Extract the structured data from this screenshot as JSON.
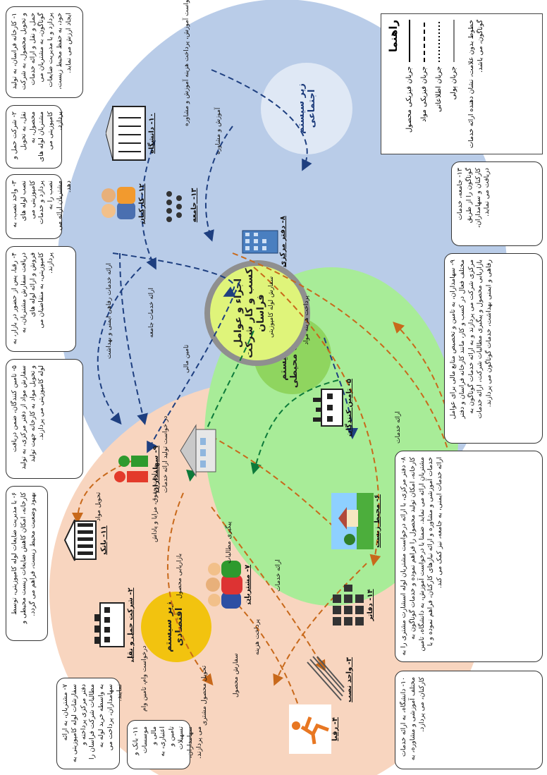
{
  "subsystems": {
    "social": "زیر سیستم اجتماعی",
    "economic": "زیر سیستم اقتصادی",
    "environmental": "زیر سیستم زیست محیطی",
    "core": "اجزاء و عوامل کسب و کار شرکت فراسان"
  },
  "nodes": {
    "university": "۱۰- دانشگاه",
    "central_office": "۸- دفتر مرکزی",
    "society": "۱۳- جامعه",
    "employees": "۱۲- کارکنان",
    "suppliers": "۵- تامین کنندگان",
    "environment": "۶- محیط زیست",
    "shareholders": "۹- سهامداران",
    "customers": "۷- مشتریان",
    "bank": "۱۱- بانک",
    "transport": "۲- شرکت حمل و نقل",
    "offices": "۱۴- دفاتر",
    "unit": "۳- واحد نصب",
    "raga": "۴- رقبا"
  },
  "flows": [
    "آموزش و مشاوره",
    "درخواست آموزش، پرداخت هزینه آموزش و مشاوره",
    "ارائه خدمات جامعه",
    "ارائه خدمات رفاهی ایمنی و بهداشت",
    "سفارش لوله کامپوزیتی",
    "پرداخت هزینه مواد",
    "ارائه خدمات",
    "تامین مالی",
    "در خواست تولید ارائه خدمات",
    "پرداخت حقوق، مزایا و پاداش",
    "تحویل مواد",
    "پیگیری مطالبات",
    "ارائه خدمات",
    "پرداخت هزینه",
    "تحویل محصول مشتری",
    "سفارش محصول",
    "بازاریابی محصول",
    "درخواست وام، تامین وام"
  ],
  "legend": {
    "title": "راهنما",
    "items": [
      "جریان فیزیکی محصول",
      "جریان فیزیکی مواد",
      "جریان اطلاعاتی",
      "جریان پولی"
    ],
    "note": "خطوط بدون علامت، نشان دهنده ارائه خدمات گوناگون، می باشد."
  },
  "descriptions": [
    "۱- کارخانه فراسان، به تولید و تحویل محصول، به شرکت حمل و نقل و ارائه خدمات گوناگون، به مشتریان می پردازد و با مدیریت ضایعات خود، به حفظ محیط زیست، ایجاد ارزش می نماید.",
    "۲- شرکت حمل و نقل، به تحویل محصول، به مشتریان لوله های کامپوزیتی می پردازد.",
    "۳- واحد نصب، به نصب لوله های کامپوزیتی می پردازد و خدمات نصب را به مشتریان ارائه می دهد.",
    "۴- رقبا، پس از حضور در بازار، به دریافت سفارش مشتریان، به فروش و ارائه لوله های کامپوزیتی، به متقاضیان می پردازند.",
    "۵- تامین کنندگان، ضمن دریافت سفارش مواد از دفتر مرکزی، به تولید و تحویل مواد به کارخانه جهت تولید لوله کامپوزیتی می پردازند.",
    "۶- با مدیریت ضایعات لوله کامپوزیتی، توسط کارخانه، امکان کاهش ضایعات زیست محیطی و بهبود وضعیت محیط زیست، فراهم می گردد.",
    "۷- مشتریان، به ارائه سفارشات لوله کامپوزیتی به دفتر مرکزی پرداخته و مطالبات شرکت فراسان را به واسطه خرید لوله به سهامداران، پرداخت می نمایند.",
    "۱۰- دانشگاه، به ارائه خدمات مختلف آموزشی و مشاوره، به کارکنان، می پردازد.",
    "۸- دفتر مرکزی، با ارائه درخواست مشتریان لوله اسشارت مشتری را به کارخانه، امکان تولید محصول را فراهم نموده و خدمات گوناگون به مشتریان ارائه می نماید. ضمنا با درخواست آموزش، به دانشگاه، تامین خدمات آموزشی و مشاوره و ارائه نیازهای کارکنان، فراهم نموده و با ارائه خدمات ایمنی، به جامعه، نیز کمک می کند.",
    "۹- سهامداران، به تامین و تخصیص منابع مالی برای عوامل مختلف فعال در کسب و کار، مانند کارخانه فراسان و دفتر مرکزی شرکت می پردازند و به ارائه خدمات گوناگون به بازاریابی محصول و پیگیری مطالبات شرکت، ارائه خدمات رفاهی و ایمنی بهداشت، خدمات گوناگون می پردازند.",
    "۱۳- جامعه، خدمات گوناگون را از طریق کارکنان و سهامداران، دریافت می نماید.",
    "۱۱- بانک و موسسات مالی و اعتباری، به تامین و تسهیلات سهامداران، می پردازند."
  ]
}
